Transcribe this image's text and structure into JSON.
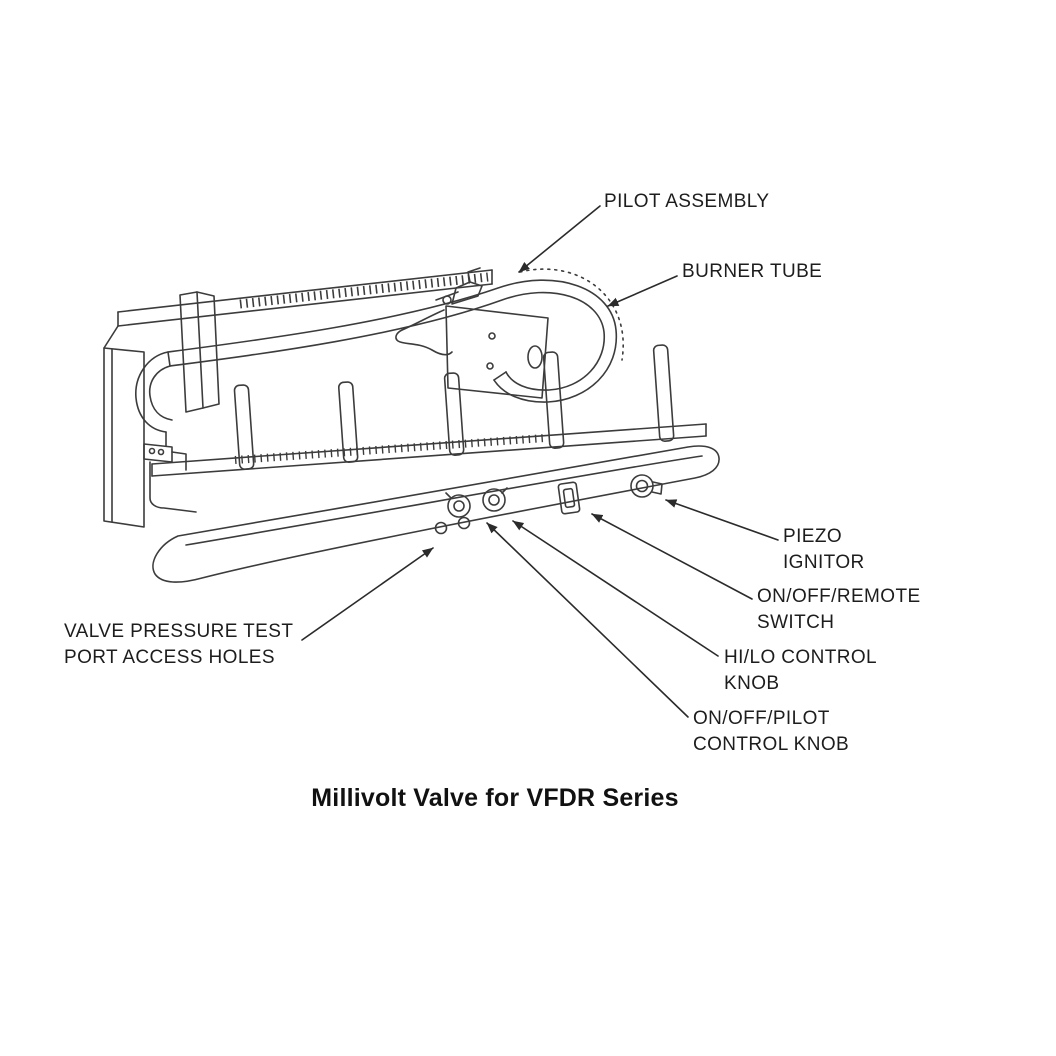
{
  "diagram": {
    "title": "Millivolt Valve for VFDR Series",
    "colors": {
      "line": "#3c3c3c",
      "leader": "#2b2b2b",
      "text": "#1d1d1d",
      "background": "#ffffff"
    }
  },
  "callouts": {
    "pilot_assembly": {
      "label": "PILOT ASSEMBLY"
    },
    "burner_tube": {
      "label": "BURNER TUBE"
    },
    "piezo_ignitor": {
      "label": "PIEZO\nIGNITOR"
    },
    "on_off_remote_switch": {
      "label": "ON/OFF/REMOTE\nSWITCH"
    },
    "hi_lo_control_knob": {
      "label": "HI/LO CONTROL\nKNOB"
    },
    "on_off_pilot_control_knob": {
      "label": "ON/OFF/PILOT\nCONTROL KNOB"
    },
    "valve_pressure_test_ports": {
      "label": "VALVE PRESSURE TEST\nPORT ACCESS HOLES"
    }
  }
}
